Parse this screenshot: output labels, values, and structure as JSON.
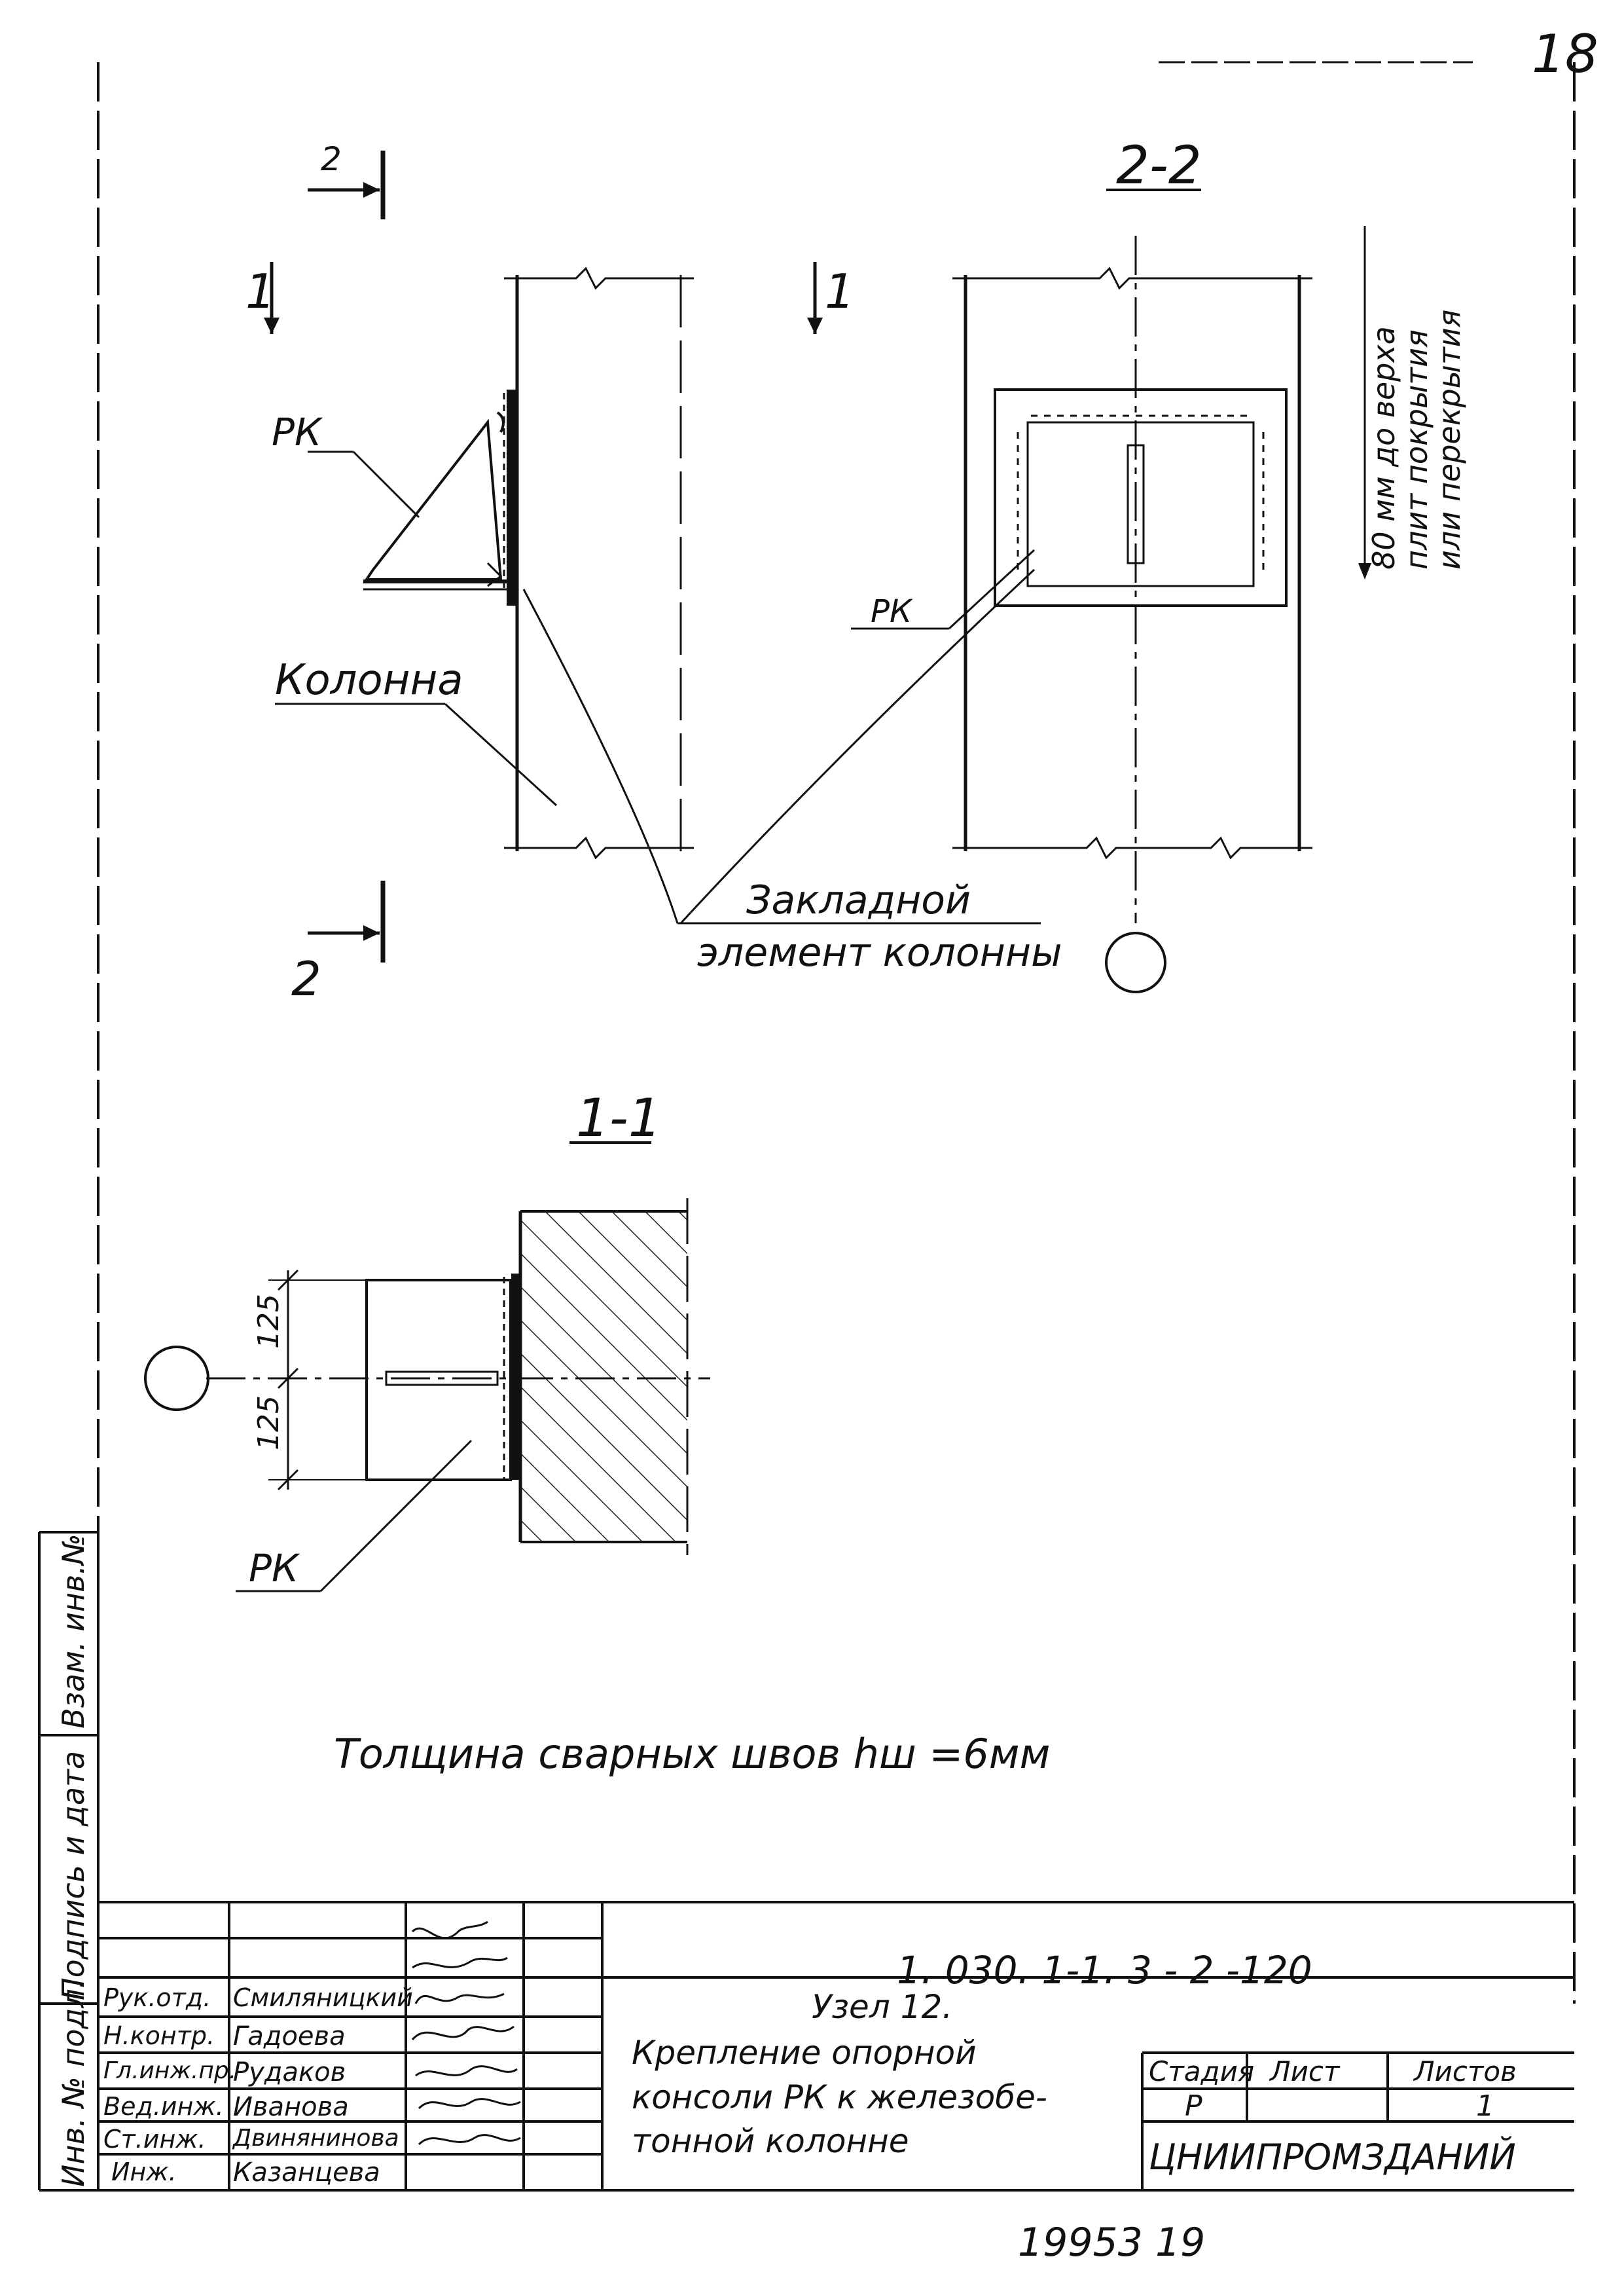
{
  "page": {
    "sheet_number": "18",
    "bottom_number": "19953  19"
  },
  "views": {
    "section_2_2_title": "2-2",
    "section_1_1_title": "1-1",
    "cut_1_top_left": "1",
    "cut_1_top_mid": "1",
    "cut_2_bottom": "2",
    "cut_2_top": "2"
  },
  "labels": {
    "rk_elevation": "РК",
    "rk_section_2_2": "РК",
    "rk_section_1_1": "РК",
    "column": "Колонна",
    "embedded_element_line1": "Закладной",
    "embedded_element_line2": "элемент колонны",
    "vertical_note_line1": "80 мм до верха",
    "vertical_note_line2": "плит покрытия",
    "vertical_note_line3": "или перекрытия"
  },
  "dimensions": {
    "upper": "125",
    "lower": "125"
  },
  "note": "Толщина сварных швов hш =6мм",
  "side_strip": {
    "inv_no": "Инв. № подл.",
    "sign_date": "Подпись и дата",
    "replace_inv": "Взам. инв.№"
  },
  "title_block": {
    "designation": "1. 030. 1-1. 3 - 2 -120",
    "roles": [
      "Рук.отд.",
      "Н.контр.",
      "Гл.инж.пр.",
      "Вед.инж.",
      "Ст.инж.",
      "Инж."
    ],
    "names": [
      "Смиляницкий",
      "Гадоева",
      "Рудаков",
      "Иванова",
      "Двинянинова",
      "Казанцева"
    ],
    "title_lines": [
      "Узел 12.",
      "Крепление опорной",
      "консоли РК к железобе-",
      "тонной колонне"
    ],
    "stage_header": "Стадия",
    "sheet_header": "Лист",
    "sheets_header": "Листов",
    "stage_value": "Р",
    "sheet_value": "",
    "sheets_value": "1",
    "organization": "ЦНИИПРОМЗДАНИЙ"
  }
}
